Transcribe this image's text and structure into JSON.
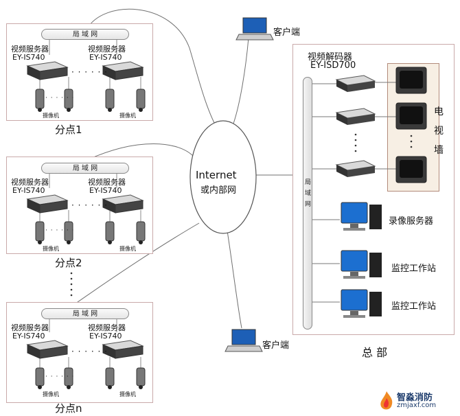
{
  "branch_lan_label": "局 域 网",
  "encoder_label_line1": "视频服务器",
  "encoder_label_line2": "EY-IS740",
  "camera_label": "摄像机",
  "ellipsis": "· · · · · ·",
  "branches": [
    {
      "name": "分点1"
    },
    {
      "name": "分点2"
    },
    {
      "name": "分点n"
    }
  ],
  "internet": {
    "line1": "Internet",
    "line2": "或内部网"
  },
  "clients": [
    {
      "label": "客户端"
    },
    {
      "label": "客户端"
    }
  ],
  "hq": {
    "decoder_label_line1": "视频解码器",
    "decoder_label_line2": "EY-ISD700",
    "lan_label_chars": [
      "局",
      "域",
      "网"
    ],
    "tv_wall_chars": [
      "电",
      "视",
      "墙"
    ],
    "recording_server": "录像服务器",
    "workstations": [
      "监控工作站",
      "监控工作站"
    ],
    "name": "总 部"
  },
  "watermark": {
    "brand": "智淼消防",
    "url": "zmjaxf.com"
  }
}
